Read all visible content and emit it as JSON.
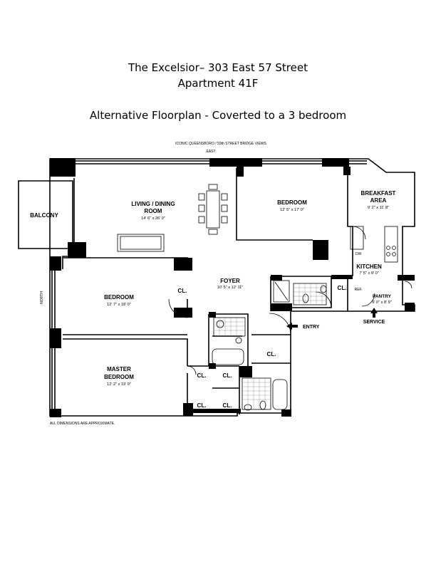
{
  "header": {
    "line1": "The Excelsior– 303 East 57 Street",
    "line2": "Apartment  41F",
    "line3": "Alternative Floorplan - Coverted to a 3 bedroom"
  },
  "plan": {
    "views_note": "ICONIC QUEENSBORO / 59th STREET BRIDGE VIEWS",
    "east": "EAST",
    "north": "NORTH",
    "balcony": "BALCONY",
    "living_name_1": "LIVING / DINING",
    "living_name_2": "ROOM",
    "living_dim": "14' 6\" x 26' 0\"",
    "bedroom_east_name": "BEDROOM",
    "bedroom_east_dim": "12' 5\" x 17' 0\"",
    "breakfast_name_1": "BREAKFAST",
    "breakfast_name_2": "AREA",
    "breakfast_dim": "9' 2\" x 11' 8\"",
    "dw": "DW",
    "kitchen_name": "KITCHEN",
    "kitchen_dim": "7' 5\" x 8' 0\"",
    "ref": "REF.",
    "pantry_name": "PANTRY",
    "pantry_dim": "9' 0\" x 8' 9\"",
    "service": "SERVICE",
    "foyer_name": "FOYER",
    "foyer_dim": "10' 5\" x 12' 11\"",
    "bedroom_west_name": "BEDROOM",
    "bedroom_west_dim": "12' 7\" x 18' 0\"",
    "entry": "ENTRY",
    "closet": "CL.",
    "master_name_1": "MASTER",
    "master_name_2": "BEDROOM",
    "master_dim": "12' 2\" x 19' 9\"",
    "disclaimer": "ALL DIMENSIONS ARE APPROXIMATE."
  }
}
